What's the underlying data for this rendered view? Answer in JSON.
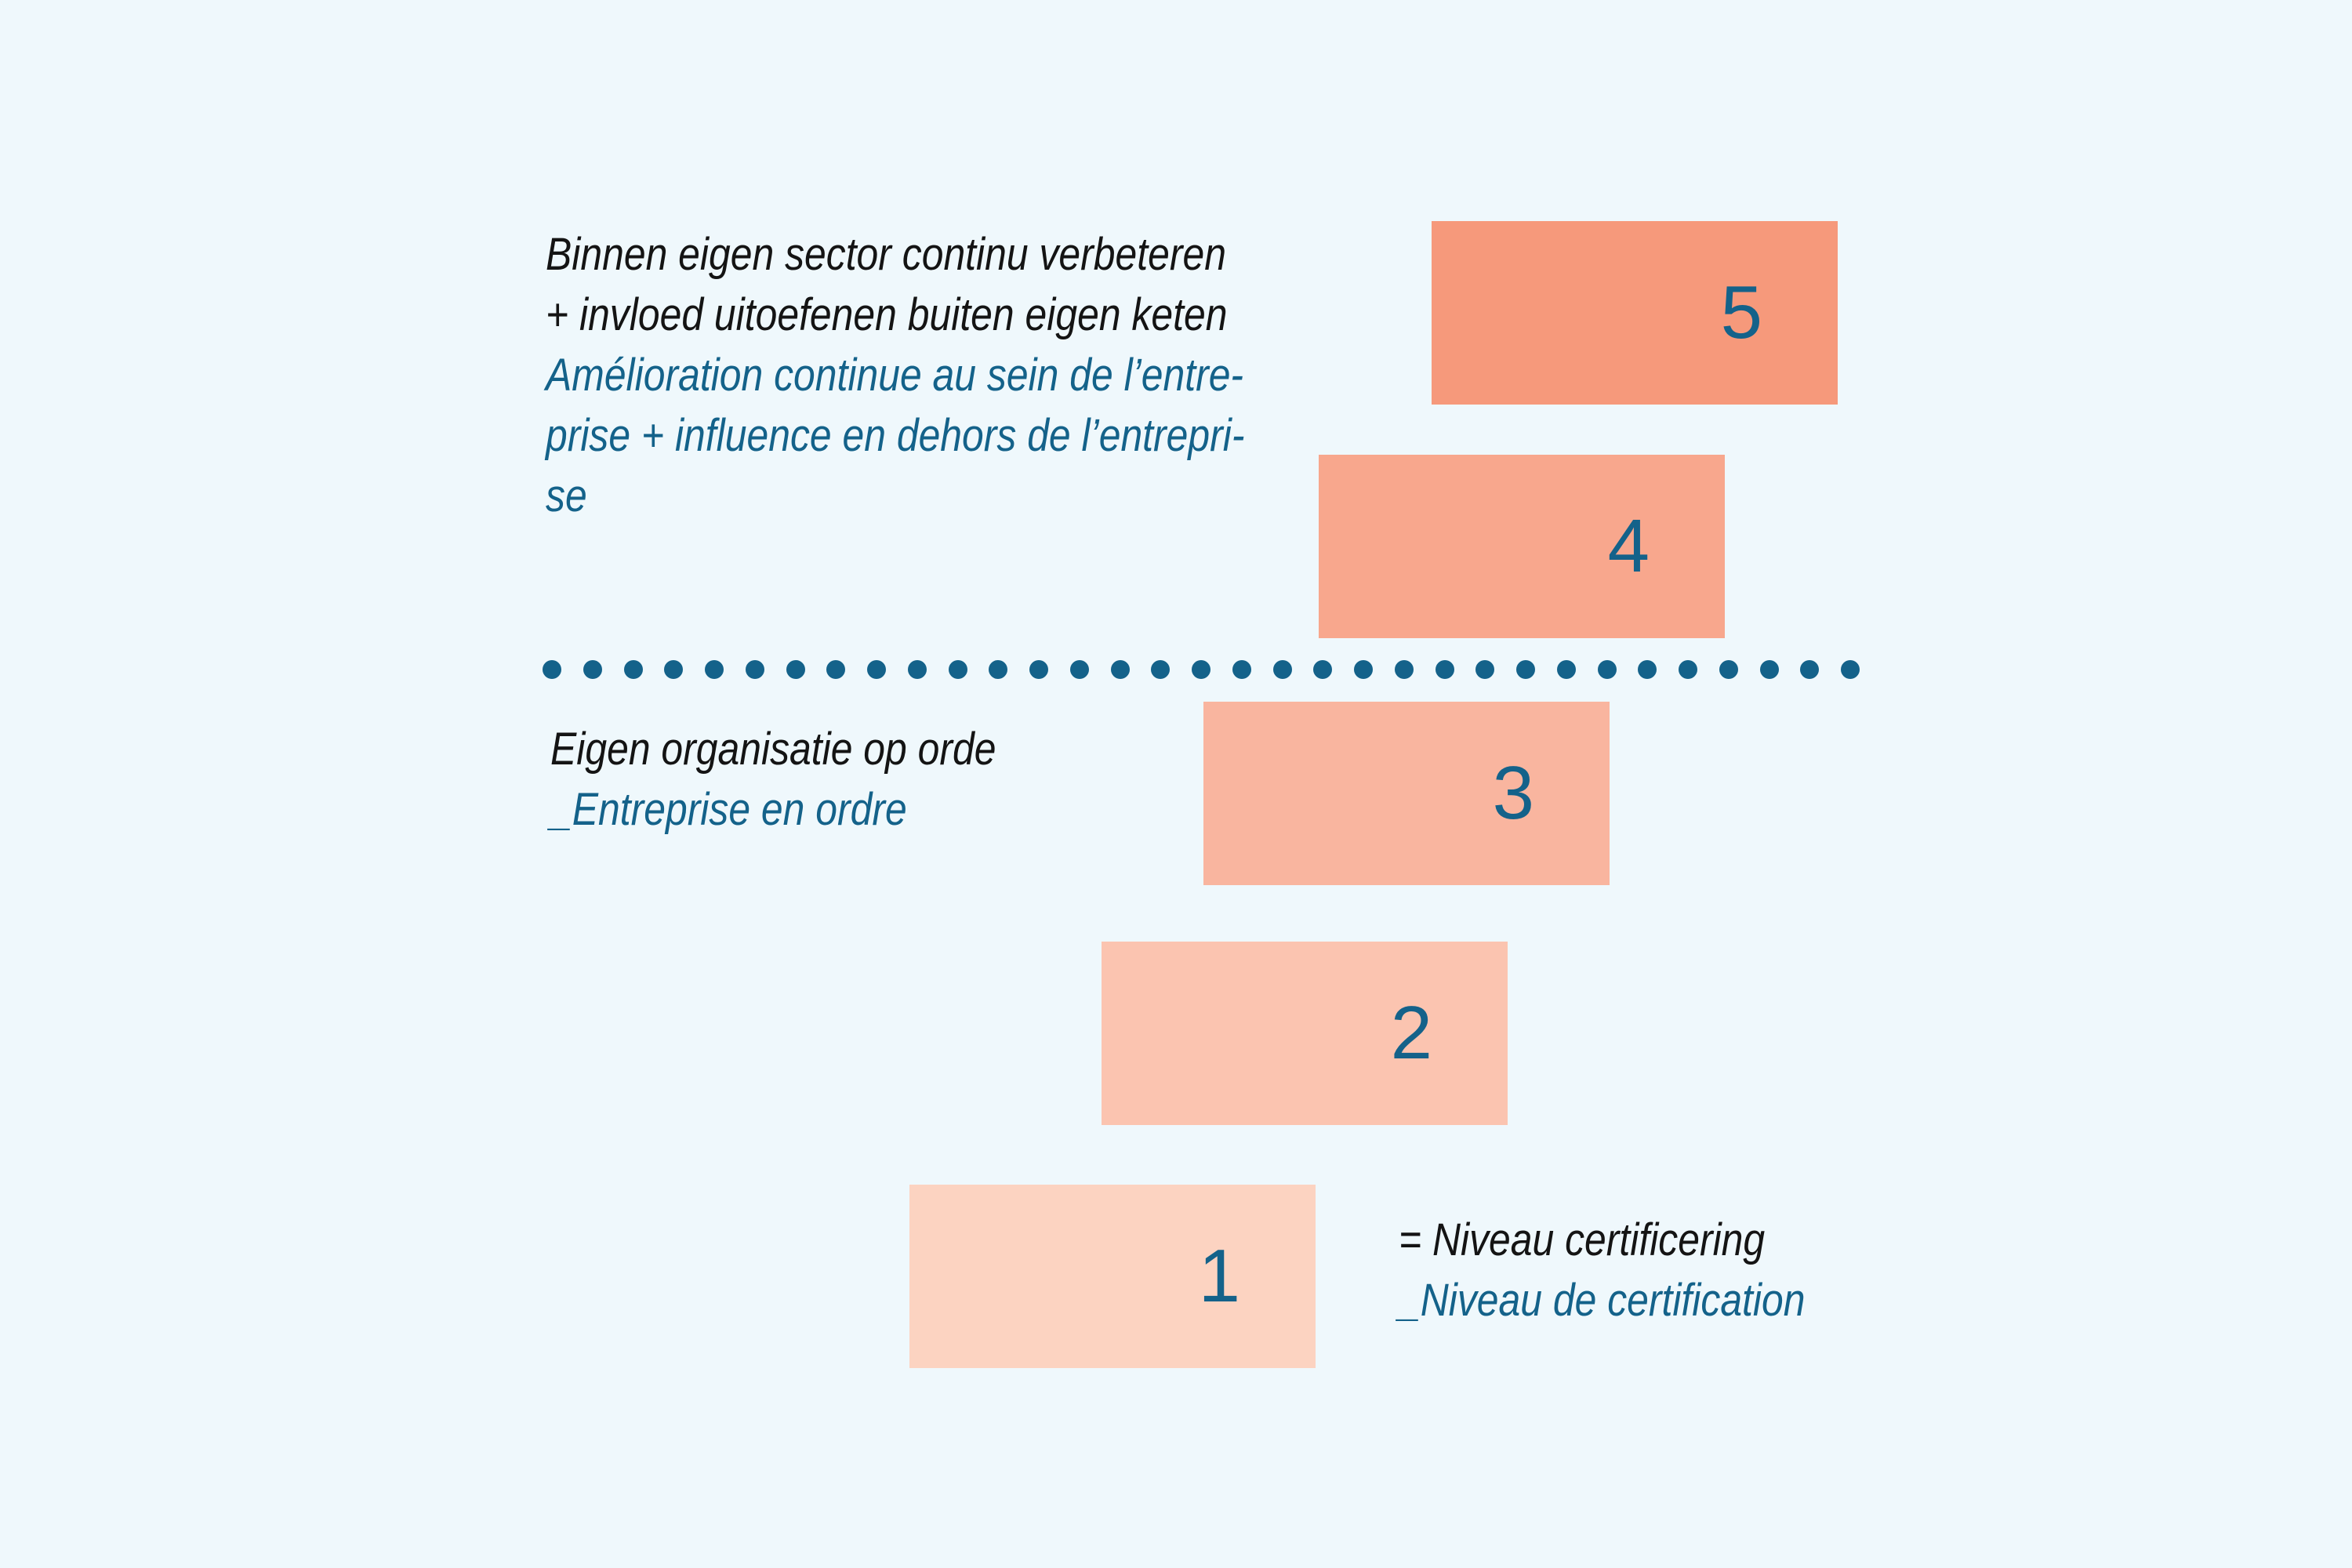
{
  "colors": {
    "background": "#eff8fc",
    "text_nl": "#141414",
    "text_fr": "#14628a",
    "number": "#14628a",
    "divider": "#14628a"
  },
  "levels": [
    {
      "number": "5",
      "color": "#f6997b"
    },
    {
      "number": "4",
      "color": "#f8a78d"
    },
    {
      "number": "3",
      "color": "#f9b59f"
    },
    {
      "number": "2",
      "color": "#fbc4b0"
    },
    {
      "number": "1",
      "color": "#fcd3c1"
    }
  ],
  "top_label": {
    "nl_line1": "Binnen eigen sector continu verbeteren",
    "nl_line2": "+ invloed uitoefenen buiten eigen keten",
    "fr_line1": "Amélioration continue au sein de l’entre-",
    "fr_line2": "prise + influence en dehors de l’entrepri-",
    "fr_line3": "se"
  },
  "middle_label": {
    "nl": "Eigen organisatie op orde",
    "fr": "_Entreprise en ordre"
  },
  "certification_label": {
    "nl": "= Niveau certificering",
    "fr": "_Niveau de certification"
  },
  "divider": {
    "style": "dotted",
    "dot_count": 33
  }
}
